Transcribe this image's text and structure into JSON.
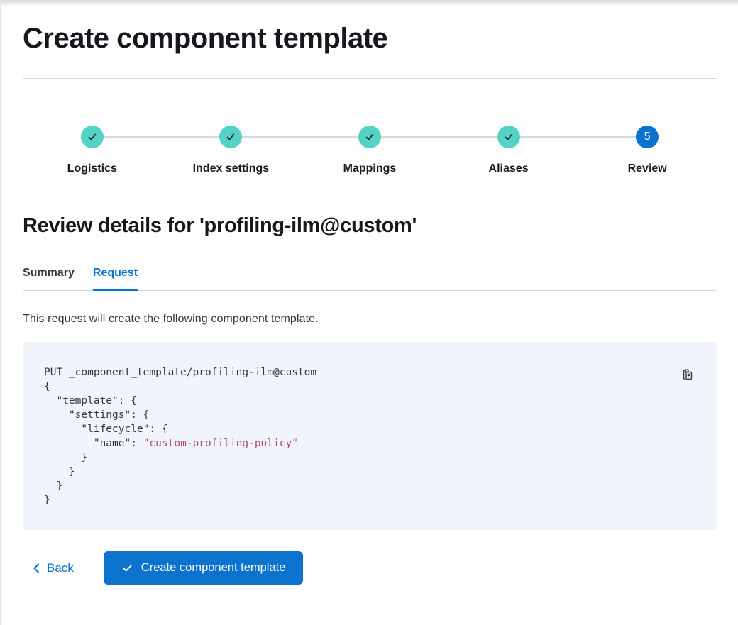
{
  "page": {
    "title": "Create component template"
  },
  "stepper": {
    "steps": [
      {
        "label": "Logistics",
        "status": "complete",
        "icon": "check-icon"
      },
      {
        "label": "Index settings",
        "status": "complete",
        "icon": "check-icon"
      },
      {
        "label": "Mappings",
        "status": "complete",
        "icon": "check-icon"
      },
      {
        "label": "Aliases",
        "status": "complete",
        "icon": "check-icon"
      },
      {
        "label": "Review",
        "status": "current",
        "number": "5"
      }
    ]
  },
  "review": {
    "heading": "Review details for 'profiling-ilm@custom'",
    "tabs": [
      {
        "label": "Summary",
        "active": false
      },
      {
        "label": "Request",
        "active": true
      }
    ],
    "description": "This request will create the following component template."
  },
  "code_block": {
    "copy_icon": "copy-clipboard-icon",
    "lines": [
      [
        {
          "t": "PUT _component_template/profiling-ilm@custom",
          "c": "plain"
        }
      ],
      [
        {
          "t": "{",
          "c": "plain"
        }
      ],
      [
        {
          "t": "  \"template\": {",
          "c": "plain"
        }
      ],
      [
        {
          "t": "    \"settings\": {",
          "c": "plain"
        }
      ],
      [
        {
          "t": "      \"lifecycle\": {",
          "c": "plain"
        }
      ],
      [
        {
          "t": "        \"name\": ",
          "c": "plain"
        },
        {
          "t": "\"custom-profiling-policy\"",
          "c": "string"
        }
      ],
      [
        {
          "t": "      }",
          "c": "plain"
        }
      ],
      [
        {
          "t": "    }",
          "c": "plain"
        }
      ],
      [
        {
          "t": "  }",
          "c": "plain"
        }
      ],
      [
        {
          "t": "}",
          "c": "plain"
        }
      ]
    ]
  },
  "footer": {
    "back_label": "Back",
    "back_icon": "chevron-left-icon",
    "submit_label": "Create component template",
    "submit_icon": "check-icon"
  },
  "colors": {
    "primary_blue": "#0b72ce",
    "step_complete_teal": "#54d2c6",
    "code_background": "#f1f4fa",
    "code_string": "#ac4e6d",
    "divider": "#d3dae6",
    "text": "#343741",
    "heading": "#16181d"
  }
}
